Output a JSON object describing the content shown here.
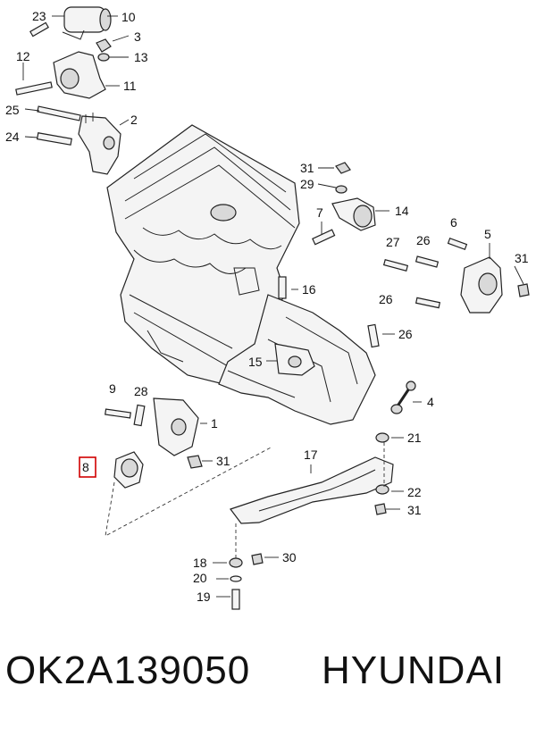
{
  "diagram": {
    "callouts": {
      "c23": "23",
      "c10": "10",
      "c3": "3",
      "c12": "12",
      "c13": "13",
      "c11": "11",
      "c25": "25",
      "c2": "2",
      "c24": "24",
      "c31a": "31",
      "c29": "29",
      "c7": "7",
      "c14": "14",
      "c27": "27",
      "c26a": "26",
      "c6": "6",
      "c5": "5",
      "c31b": "31",
      "c16": "16",
      "c26b": "26",
      "c26c": "26",
      "c15": "15",
      "c4": "4",
      "c9": "9",
      "c28": "28",
      "c1": "1",
      "c8": "8",
      "c31c": "31",
      "c17": "17",
      "c21": "21",
      "c22": "22",
      "c31d": "31",
      "c18": "18",
      "c30": "30",
      "c20": "20",
      "c19": "19"
    },
    "highlight_color": "#d00000"
  },
  "footer": {
    "part_number": "OK2A139050",
    "brand": "HYUNDAI"
  }
}
